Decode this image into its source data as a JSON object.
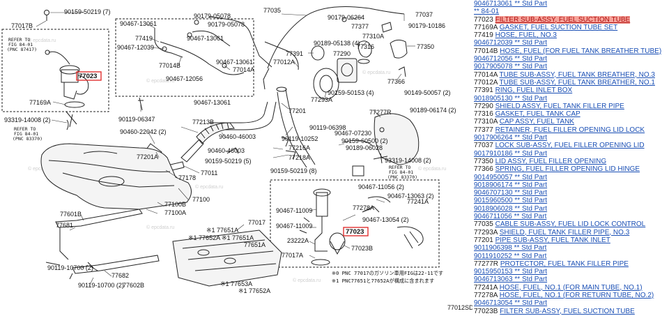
{
  "diagram": {
    "labels": [
      {
        "id": "l1",
        "text": "90159-50219 (7)"
      },
      {
        "id": "l2",
        "text": "77017B"
      },
      {
        "id": "l3",
        "text": "REFER TO"
      },
      {
        "id": "l4",
        "text": "FIG 84-01"
      },
      {
        "id": "l5",
        "text": "(PNC 87417)"
      },
      {
        "id": "l6",
        "text": "77023"
      },
      {
        "id": "l7",
        "text": "77169A"
      },
      {
        "id": "l8",
        "text": "93319-14008 (2)"
      },
      {
        "id": "l9",
        "text": "REFER TO"
      },
      {
        "id": "l10",
        "text": "FIG 84-01"
      },
      {
        "id": "l11",
        "text": "(PNC 83370)"
      },
      {
        "id": "l12",
        "text": "90467-13061"
      },
      {
        "id": "l13",
        "text": "90179-05078"
      },
      {
        "id": "l14",
        "text": "90179-05078"
      },
      {
        "id": "l15",
        "text": "77419"
      },
      {
        "id": "l16",
        "text": "90467-13061"
      },
      {
        "id": "l17",
        "text": "90467-12039"
      },
      {
        "id": "l18",
        "text": "77014B"
      },
      {
        "id": "l19",
        "text": "90467-13061"
      },
      {
        "id": "l20",
        "text": "77014A"
      },
      {
        "id": "l21",
        "text": "90467-12056"
      },
      {
        "id": "l22",
        "text": "77012A"
      },
      {
        "id": "l23",
        "text": "77035"
      },
      {
        "id": "l24",
        "text": "90179-06264"
      },
      {
        "id": "l25",
        "text": "77037"
      },
      {
        "id": "l26",
        "text": "77377"
      },
      {
        "id": "l27",
        "text": "90179-10186"
      },
      {
        "id": "l28",
        "text": "90189-05138 (4)"
      },
      {
        "id": "l29",
        "text": "77310A"
      },
      {
        "id": "l30",
        "text": "77391"
      },
      {
        "id": "l31",
        "text": "77290"
      },
      {
        "id": "l32",
        "text": "77316"
      },
      {
        "id": "l33",
        "text": "77350"
      },
      {
        "id": "l34",
        "text": "77293A"
      },
      {
        "id": "l35",
        "text": "77366"
      },
      {
        "id": "l36",
        "text": "90159-50153 (4)"
      },
      {
        "id": "l37",
        "text": "90149-50057 (2)"
      },
      {
        "id": "l38",
        "text": "90467-13061"
      },
      {
        "id": "l39",
        "text": "77201"
      },
      {
        "id": "l40",
        "text": "77277R"
      },
      {
        "id": "l41",
        "text": "90189-06174 (2)"
      },
      {
        "id": "l42",
        "text": "90119-06347"
      },
      {
        "id": "l43",
        "text": "77213B"
      },
      {
        "id": "l44",
        "text": "90119-06398"
      },
      {
        "id": "l45",
        "text": "90460-22042 (2)"
      },
      {
        "id": "l46",
        "text": "90460-46003"
      },
      {
        "id": "l47",
        "text": "90119-10252"
      },
      {
        "id": "l48",
        "text": "90467-07230"
      },
      {
        "id": "l49",
        "text": "90159-60500 (2)"
      },
      {
        "id": "l50",
        "text": "90189-06028"
      },
      {
        "id": "l51",
        "text": "77201A"
      },
      {
        "id": "l52",
        "text": "90460-46003"
      },
      {
        "id": "l53",
        "text": "77216A"
      },
      {
        "id": "l54",
        "text": "77218A"
      },
      {
        "id": "l55",
        "text": "90159-50219 (5)"
      },
      {
        "id": "l56",
        "text": "93319-14008 (2)"
      },
      {
        "id": "l57",
        "text": "77011"
      },
      {
        "id": "l58",
        "text": "90159-50219 (8)"
      },
      {
        "id": "l59",
        "text": "REFER TO"
      },
      {
        "id": "l60",
        "text": "FIG 84-01"
      },
      {
        "id": "l61",
        "text": "(PNC 83370)"
      },
      {
        "id": "l62",
        "text": "77178"
      },
      {
        "id": "l63",
        "text": "90467-11056 (2)"
      },
      {
        "id": "l64",
        "text": "90467-13063 (2)"
      },
      {
        "id": "l65",
        "text": "77100"
      },
      {
        "id": "l66",
        "text": "77100B"
      },
      {
        "id": "l67",
        "text": "77241A"
      },
      {
        "id": "l68",
        "text": "77100A"
      },
      {
        "id": "l69",
        "text": "77278A"
      },
      {
        "id": "l70",
        "text": "90467-11009"
      },
      {
        "id": "l71",
        "text": "90467-13054 (2)"
      },
      {
        "id": "l72",
        "text": "77601B"
      },
      {
        "id": "l73",
        "text": "77017"
      },
      {
        "id": "l74",
        "text": "77681"
      },
      {
        "id": "l75",
        "text": "90467-11009"
      },
      {
        "id": "l76",
        "text": "77023"
      },
      {
        "id": "l77",
        "text": "※1 77651A"
      },
      {
        "id": "l78",
        "text": "※1 77652A"
      },
      {
        "id": "l79",
        "text": "※1 77651A"
      },
      {
        "id": "l80",
        "text": "23222A"
      },
      {
        "id": "l81",
        "text": "77023B"
      },
      {
        "id": "l82",
        "text": "77651A"
      },
      {
        "id": "l83",
        "text": "77017A"
      },
      {
        "id": "l84",
        "text": "90119-10700 (2)"
      },
      {
        "id": "l85",
        "text": "77682"
      },
      {
        "id": "l86",
        "text": "90119-10700 (2)"
      },
      {
        "id": "l87",
        "text": "77602B"
      },
      {
        "id": "l88",
        "text": "※1 77653A"
      },
      {
        "id": "l89",
        "text": "※1 77652A"
      },
      {
        "id": "l90",
        "text": "※0  PNC 77017のガソリン車用FIGは22-11です"
      },
      {
        "id": "l91",
        "text": "※1  PNC77651と77652Aが構成に含まれます"
      },
      {
        "id": "l92",
        "text": "77012SD"
      }
    ]
  },
  "parts_list": [
    {
      "code": "",
      "link": "9046713061 ** Std Part",
      "highlight": false
    },
    {
      "code": "",
      "link": "** 84-01",
      "highlight": false
    },
    {
      "code": "77023",
      "link": "FILTER SUB-ASSY, FUEL SUCTION TUBE",
      "highlight": true
    },
    {
      "code": "77169A",
      "link": "GASKET, FUEL SUCTION TUBE SET",
      "highlight": false
    },
    {
      "code": "77419",
      "link": "HOSE, FUEL, NO.3",
      "highlight": false
    },
    {
      "code": "",
      "link": "9046712039 ** Std Part",
      "highlight": false
    },
    {
      "code": "77014B",
      "link": "HOSE, FUEL (FOR FUEL TANK BREATHER TUBE)",
      "highlight": false
    },
    {
      "code": "",
      "link": "9046712056 ** Std Part",
      "highlight": false
    },
    {
      "code": "",
      "link": "9017905078 ** Std Part",
      "highlight": false
    },
    {
      "code": "77014A",
      "link": "TUBE SUB-ASSY, FUEL TANK BREATHER, NO.3",
      "highlight": false
    },
    {
      "code": "77012A",
      "link": "TUBE SUB-ASSY, FUEL TANK BREATHER, NO.1",
      "highlight": false
    },
    {
      "code": "77391",
      "link": "RING, FUEL INLET BOX",
      "highlight": false
    },
    {
      "code": "",
      "link": "9018905130 ** Std Part",
      "highlight": false
    },
    {
      "code": "77290",
      "link": "SHIELD ASSY, FUEL TANK FILLER PIPE",
      "highlight": false
    },
    {
      "code": "77316",
      "link": "GASKET, FUEL TANK CAP",
      "highlight": false
    },
    {
      "code": "77310A",
      "link": "CAP ASSY, FUEL TANK",
      "highlight": false
    },
    {
      "code": "77377",
      "link": "RETAINER, FUEL FILLER OPENING LID LOCK",
      "highlight": false
    },
    {
      "code": "",
      "link": "9017906264 ** Std Part",
      "highlight": false
    },
    {
      "code": "77037",
      "link": "LOCK SUB-ASSY, FUEL FILLER OPENING LID",
      "highlight": false
    },
    {
      "code": "",
      "link": "9017910186 ** Std Part",
      "highlight": false
    },
    {
      "code": "77350",
      "link": "LID ASSY, FUEL FILLER OPENING",
      "highlight": false
    },
    {
      "code": "77366",
      "link": "SPRING, FUEL FILLER OPENING LID HINGE",
      "highlight": false
    },
    {
      "code": "",
      "link": "9014950057 ** Std Part",
      "highlight": false
    },
    {
      "code": "",
      "link": "9018906174 ** Std Part",
      "highlight": false
    },
    {
      "code": "",
      "link": "9046707130 ** Std Part",
      "highlight": false
    },
    {
      "code": "",
      "link": "9015960500 ** Std Part",
      "highlight": false
    },
    {
      "code": "",
      "link": "9018906028 ** Std Part",
      "highlight": false
    },
    {
      "code": "",
      "link": "9046711056 ** Std Part",
      "highlight": false
    },
    {
      "code": "77035",
      "link": "CABLE SUB-ASSY, FUEL LID LOCK CONTROL",
      "highlight": false
    },
    {
      "code": "77293A",
      "link": "SHIELD, FUEL TANK FILLER PIPE, NO.3",
      "highlight": false
    },
    {
      "code": "77201",
      "link": "PIPE SUB-ASSY, FUEL TANK INLET",
      "highlight": false
    },
    {
      "code": "",
      "link": "9011906398 ** Std Part",
      "highlight": false
    },
    {
      "code": "",
      "link": "9011910252 ** Std Part",
      "highlight": false
    },
    {
      "code": "77277R",
      "link": "PROTECTOR, FUEL TANK FILLER PIPE",
      "highlight": false
    },
    {
      "code": "",
      "link": "9015950153 ** Std Part",
      "highlight": false
    },
    {
      "code": "",
      "link": "9046713063 ** Std Part",
      "highlight": false
    },
    {
      "code": "77241A",
      "link": "HOSE, FUEL, NO.1 (FOR MAIN TUBE, NO.1)",
      "highlight": false
    },
    {
      "code": "77278A",
      "link": "HOSE, FUEL, NO.1 (FOR RETURN TUBE, NO.2)",
      "highlight": false
    },
    {
      "code": "",
      "link": "9046713054 ** Std Part",
      "highlight": false
    },
    {
      "code": "77023B",
      "link": "FILTER SUB-ASSY, FUEL SUCTION TUBE",
      "highlight": false
    }
  ]
}
